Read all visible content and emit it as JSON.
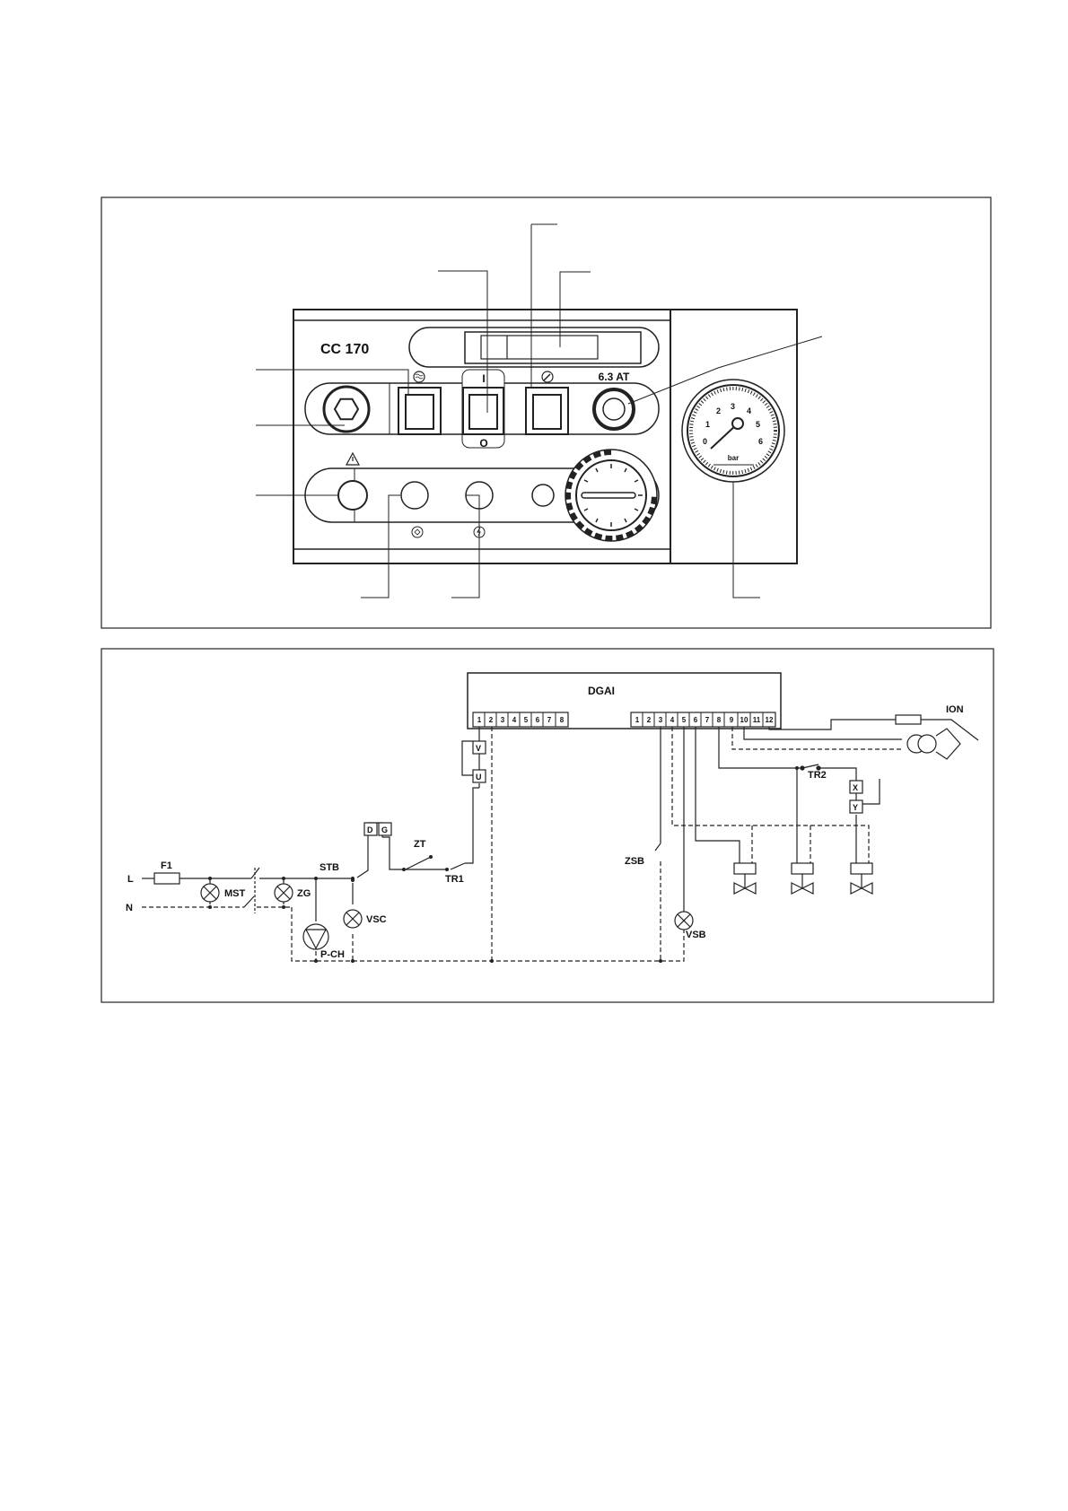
{
  "panel": {
    "model": "CC 170",
    "fuse_rating": "6.3 AT",
    "switch_on_mark": "I",
    "switch_off_mark": "O",
    "gauge_ticks": [
      "0",
      "1",
      "2",
      "3",
      "4",
      "5",
      "6"
    ],
    "gauge_brand": "bar"
  },
  "schematic": {
    "controller": "DGAI",
    "terminals_left": [
      "1",
      "2",
      "3",
      "4",
      "5",
      "6",
      "7",
      "8"
    ],
    "terminals_right": [
      "1",
      "2",
      "3",
      "4",
      "5",
      "6",
      "7",
      "8",
      "9",
      "10",
      "11",
      "12"
    ],
    "labels": {
      "l": "L",
      "n": "N",
      "f1": "F1",
      "mst": "MST",
      "zg": "ZG",
      "stb": "STB",
      "vsc": "VSC",
      "pch": "P-CH",
      "d": "D",
      "g": "G",
      "zt": "ZT",
      "tr1": "TR1",
      "v": "V",
      "u": "U",
      "zsb": "ZSB",
      "vsb": "VSB",
      "ion": "ION",
      "tr2": "TR2",
      "x": "X",
      "y": "Y"
    }
  }
}
